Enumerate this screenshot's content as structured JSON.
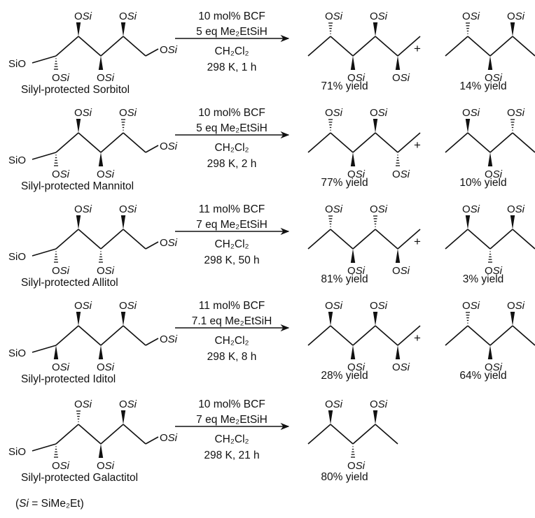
{
  "silyl_label": "Si",
  "silyl_prefix": "O",
  "silyl_ether_left": "SiO",
  "plus_sign": "+",
  "reactions": [
    {
      "substrate": "Silyl-protected Sorbitol",
      "conditions": {
        "catalyst": "10 mol% BCF",
        "silane": "5 eq Me₂EtSiH",
        "solvent": "CH₂Cl₂",
        "temp_time": "298 K, 1 h"
      },
      "products": [
        {
          "yield": "71% yield"
        },
        {
          "yield": "14% yield"
        }
      ]
    },
    {
      "substrate": "Silyl-protected Mannitol",
      "conditions": {
        "catalyst": "10 mol% BCF",
        "silane": "5 eq Me₂EtSiH",
        "solvent": "CH₂Cl₂",
        "temp_time": "298 K, 2 h"
      },
      "products": [
        {
          "yield": "77% yield"
        },
        {
          "yield": "10% yield"
        }
      ]
    },
    {
      "substrate": "Silyl-protected Allitol",
      "conditions": {
        "catalyst": "11 mol% BCF",
        "silane": "7 eq Me₂EtSiH",
        "solvent": "CH₂Cl₂",
        "temp_time": "298 K, 50 h"
      },
      "products": [
        {
          "yield": "81% yield"
        },
        {
          "yield": "3% yield"
        }
      ]
    },
    {
      "substrate": "Silyl-protected Iditol",
      "conditions": {
        "catalyst": "11 mol% BCF",
        "silane": "7.1 eq Me₂EtSiH",
        "solvent": "CH₂Cl₂",
        "temp_time": "298 K, 8 h"
      },
      "products": [
        {
          "yield": "28% yield"
        },
        {
          "yield": "64% yield"
        }
      ]
    },
    {
      "substrate": "Silyl-protected Galactitol",
      "conditions": {
        "catalyst": "10 mol% BCF",
        "silane": "7 eq Me₂EtSiH",
        "solvent": "CH₂Cl₂",
        "temp_time": "298 K, 21 h"
      },
      "products": [
        {
          "yield": "80% yield"
        }
      ]
    }
  ],
  "footnote": {
    "open": "(",
    "si": "Si",
    "rest": " = SiMe₂Et)"
  }
}
